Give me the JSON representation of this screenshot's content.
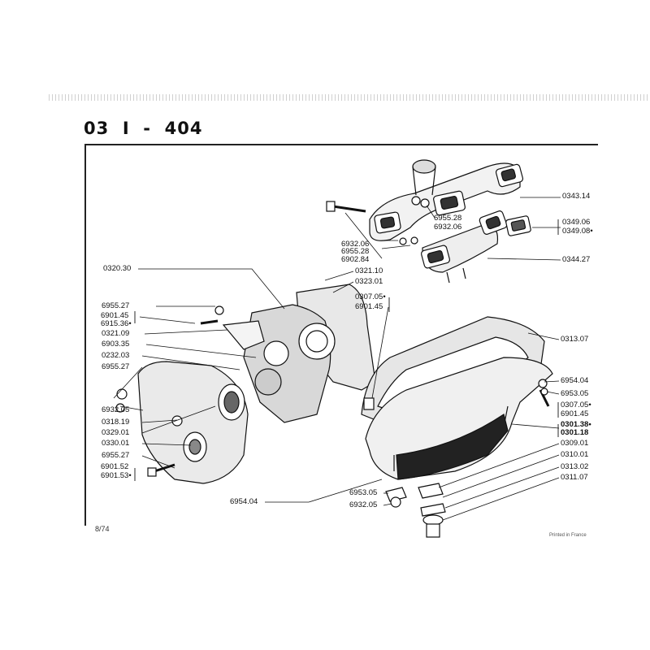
{
  "header": {
    "title": "03  I  -  404"
  },
  "footer": {
    "page_number": "8/74",
    "printed_note": "Printed in France"
  },
  "labels": {
    "l0343_14": "0343.14",
    "l6955_28a": "6955.28",
    "l6932_06a": "6932.06",
    "l0349_06": "0349.06",
    "l0349_08": "0349.08•",
    "l6932_06b": "6932.06",
    "l6955_28b": "6955.28",
    "l6902_84": "6902.84",
    "l0344_27": "0344.27",
    "l0320_30": "0320.30",
    "l0321_10": "0321.10",
    "l0323_01": "0323.01",
    "l0307_05a": "0307.05•",
    "l6901_45a": "6901.45",
    "l6955_27a": "6955.27",
    "l6901_45b": "6901.45",
    "l6915_36": "6915.36•",
    "l0321_09": "0321.09",
    "l6903_35": "6903.35",
    "l0232_03": "0232.03",
    "l6955_27b": "6955.27",
    "l6932_05a": "6932.05",
    "l0318_19": "0318.19",
    "l0329_01": "0329.01",
    "l0330_01": "0330.01",
    "l6955_27c": "6955.27",
    "l6901_52": "6901.52",
    "l6901_53": "6901.53•",
    "l0313_07": "0313.07",
    "l6954_04a": "6954.04",
    "l6953_05a": "6953.05",
    "l0307_05b": "0307.05•",
    "l6901_45c": "6901.45",
    "l0301_38": "0301.38•",
    "l0301_18": "0301.18",
    "l0309_01": "0309.01",
    "l0310_01": "0310.01",
    "l0313_02": "0313.02",
    "l0311_07": "0311.07",
    "l6954_04b": "6954.04",
    "l6953_05b": "6953.05",
    "l6932_05b": "6932.05"
  }
}
